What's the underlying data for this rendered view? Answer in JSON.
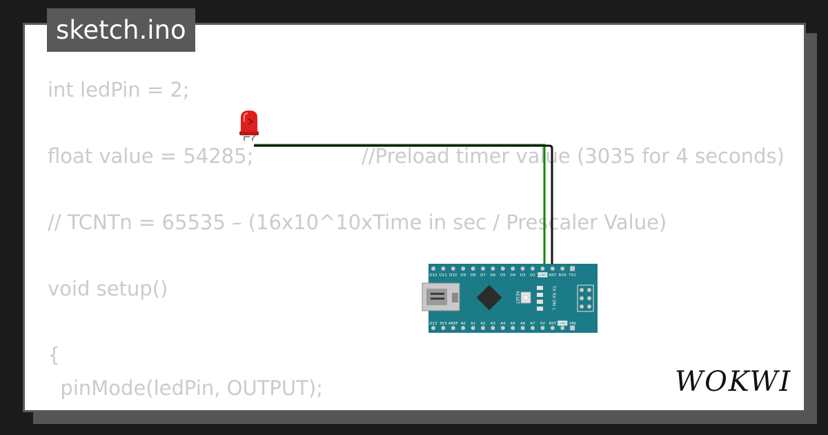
{
  "title": "sketch.ino",
  "code_lines": [
    "int ledPin = 2;",
    "",
    "float value = 54285;                 //Preload timer value (3035 for 4 seconds)",
    "",
    "// TCNTn = 65535 – (16x10^10xTime in sec / Prescaler Value)",
    "",
    "void setup()",
    "",
    "{",
    "  pinMode(ledPin, OUTPUT);"
  ],
  "board": {
    "top_pins": [
      "D12",
      "D11",
      "D10",
      "D9",
      "D8",
      "D7",
      "D6",
      "D5",
      "D4",
      "D3",
      "D2",
      "GND",
      "RST",
      "RX0",
      "TX1"
    ],
    "bottom_pins": [
      "D13",
      "3V3",
      "AREF",
      "A0",
      "A1",
      "A2",
      "A3",
      "A4",
      "A5",
      "A6",
      "A7",
      "5V",
      "RST",
      "GND",
      "VIN"
    ],
    "reset_label": "RESET",
    "led_labels": [
      "TX",
      "RX",
      "ON",
      "L"
    ]
  },
  "brand": "WOKWI",
  "colors": {
    "board": "#1b7b87",
    "wire_signal": "#0a8a0a",
    "wire_ground": "#111111",
    "led": "#e01e1e",
    "code_text": "#cbcbcb"
  }
}
